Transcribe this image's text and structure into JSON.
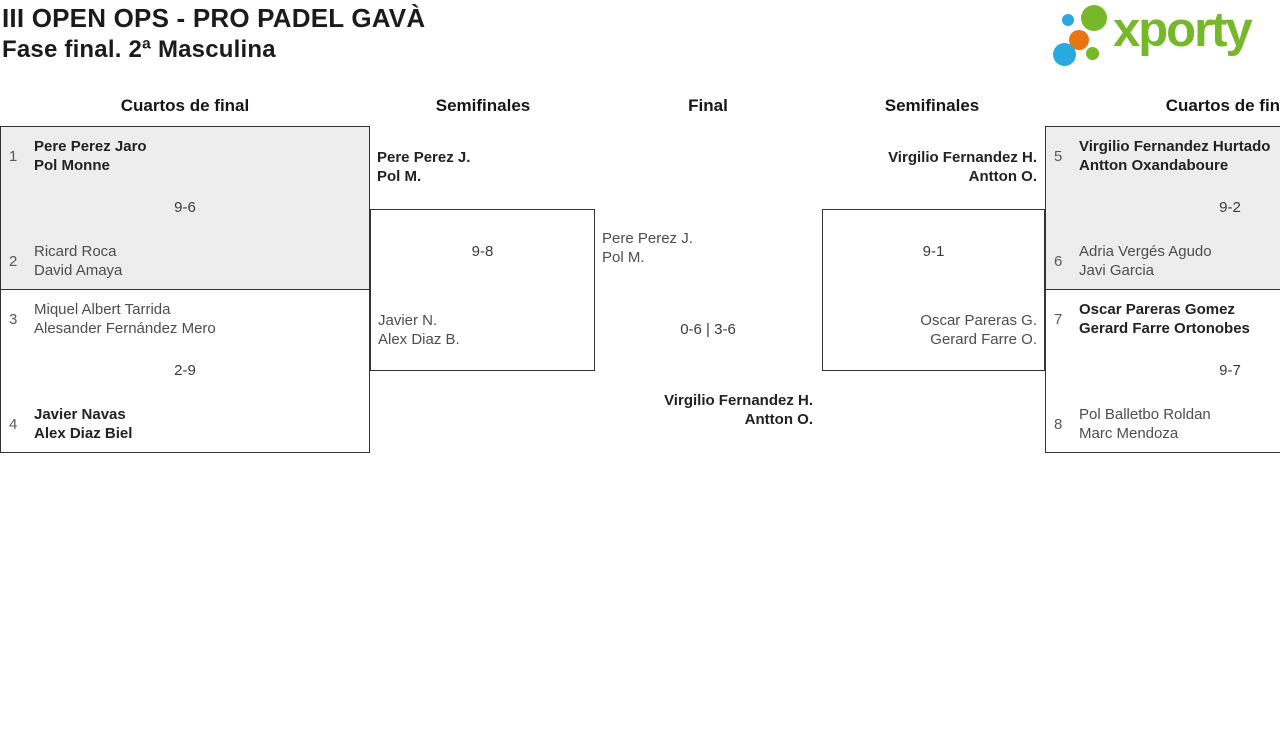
{
  "header": {
    "title_line1": "III OPEN OPS - PRO PADEL GAVÀ",
    "title_line2": "Fase final. 2ª Masculina"
  },
  "logo": {
    "wordmark": "xporty",
    "dot_icons": [
      "blue-small",
      "green-large",
      "orange",
      "blue-large",
      "green-small"
    ]
  },
  "colors": {
    "green": "#76b82a",
    "blue": "#29a9e0",
    "orange": "#e87511",
    "box_shade": "#ededed",
    "border": "#333333"
  },
  "round_headers": {
    "left_quarters": "Cuartos de final",
    "left_semis": "Semifinales",
    "final": "Final",
    "right_semis": "Semifinales",
    "right_quarters": "Cuartos de final"
  },
  "matches": {
    "qf1": {
      "seed_top": "1",
      "top1": "Pere Perez Jaro",
      "top2": "Pol Monne",
      "top_winner": true,
      "score": "9-6",
      "seed_bottom": "2",
      "bottom1": "Ricard Roca",
      "bottom2": "David Amaya",
      "bottom_winner": false
    },
    "qf2": {
      "seed_top": "3",
      "top1": "Miquel Albert Tarrida",
      "top2": "Alesander Fernández Mero",
      "top_winner": false,
      "score": "2-9",
      "seed_bottom": "4",
      "bottom1": "Javier Navas",
      "bottom2": "Alex Diaz Biel",
      "bottom_winner": true
    },
    "sf1": {
      "top1": "Pere Perez J.",
      "top2": "Pol M.",
      "top_winner": true,
      "score": "9-8",
      "bottom1": "Javier N.",
      "bottom2": "Alex Diaz B.",
      "bottom_winner": false
    },
    "final": {
      "top1": "Pere Perez J.",
      "top2": "Pol M.",
      "top_winner": false,
      "score": "0-6 | 3-6",
      "bottom1": "Virgilio Fernandez H.",
      "bottom2": "Antton O.",
      "bottom_winner": true
    },
    "sf2": {
      "top1": "Virgilio Fernandez H.",
      "top2": "Antton O.",
      "top_winner": true,
      "score": "9-1",
      "bottom1": "Oscar Pareras G.",
      "bottom2": "Gerard Farre O.",
      "bottom_winner": false
    },
    "qf3": {
      "seed_top": "5",
      "top1": "Virgilio Fernandez Hurtado",
      "top2": "Antton Oxandaboure",
      "top_winner": true,
      "score": "9-2",
      "seed_bottom": "6",
      "bottom1": "Adria Vergés Agudo",
      "bottom2": "Javi Garcia",
      "bottom_winner": false
    },
    "qf4": {
      "seed_top": "7",
      "top1": "Oscar Pareras Gomez",
      "top2": "Gerard Farre Ortonobes",
      "top_winner": true,
      "score": "9-7",
      "seed_bottom": "8",
      "bottom1": "Pol Balletbo Roldan",
      "bottom2": "Marc Mendoza",
      "bottom_winner": false
    }
  }
}
